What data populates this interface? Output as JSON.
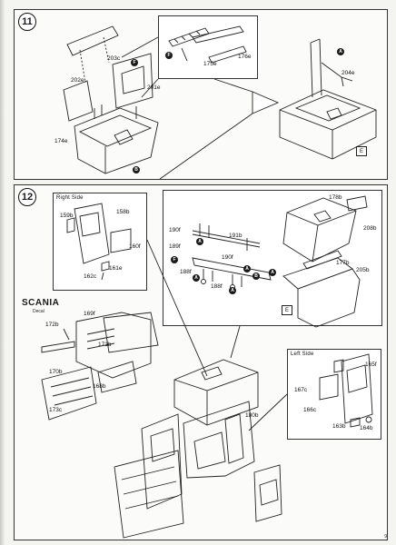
{
  "steps": [
    {
      "number": "11",
      "parts": [
        "203c",
        "175e",
        "176e",
        "202e",
        "201e",
        "174e",
        "204e"
      ],
      "markers": [
        "F",
        "B",
        "A"
      ],
      "variant_box": "E"
    },
    {
      "number": "12",
      "right_side_title": "Right Side",
      "right_side_parts": [
        "159b",
        "158b",
        "160f",
        "161e",
        "162c"
      ],
      "center_parts": [
        "178b",
        "208b",
        "190f",
        "191b",
        "189f",
        "188f",
        "190f",
        "188f",
        "177b",
        "205b"
      ],
      "center_markers": [
        "A",
        "F",
        "A",
        "A",
        "A",
        "B",
        "A"
      ],
      "variant_box": "E",
      "decal_brand": "SCANIA",
      "decal_label": "Decal",
      "front_parts": [
        "172b",
        "169f",
        "171b",
        "170b",
        "168b",
        "173c"
      ],
      "main_parts": [
        "180b"
      ],
      "left_side_title": "Left Side",
      "left_side_parts": [
        "165f",
        "167c",
        "166c",
        "163b",
        "164b"
      ]
    }
  ],
  "page_number": "9"
}
